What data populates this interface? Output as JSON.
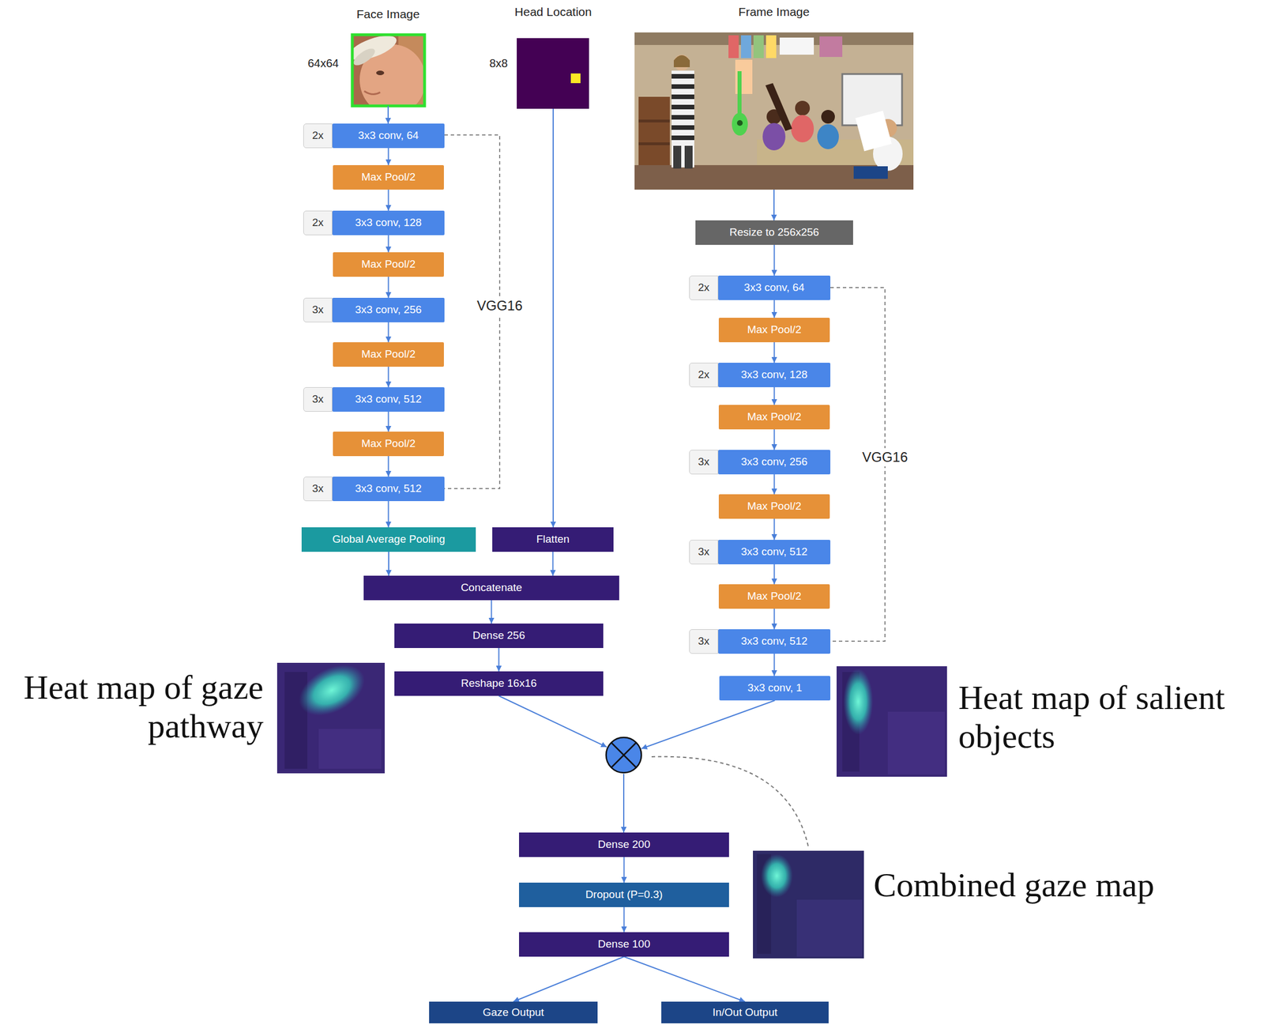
{
  "diagram": {
    "nodes": [
      {
        "text": [
          "Face Image"
        ]
      },
      {
        "text": [
          "Head Location"
        ]
      },
      {
        "text": [
          "Frame Image"
        ]
      },
      {
        "text": [
          "2x"
        ]
      },
      {
        "text": [
          "3x3 conv, 64"
        ]
      },
      {
        "text": [
          "Max Pool/2"
        ]
      },
      {
        "text": [
          "2x"
        ]
      },
      {
        "text": [
          "3x3 conv, 128"
        ]
      },
      {
        "text": [
          "Max Pool/2"
        ]
      },
      {
        "text": [
          "3x"
        ]
      },
      {
        "text": [
          "3x3 conv, 256"
        ]
      },
      {
        "text": [
          "Max Pool/2"
        ]
      },
      {
        "text": [
          "3x"
        ]
      },
      {
        "text": [
          "3x3 conv, 512"
        ]
      },
      {
        "text": [
          "Max Pool/2"
        ]
      },
      {
        "text": [
          "3x"
        ]
      },
      {
        "text": [
          "3x3 conv, 512"
        ]
      },
      {
        "text": [
          "Global Average Pooling"
        ]
      },
      {
        "text": [
          "Flatten"
        ]
      },
      {
        "text": [
          "Concatenate"
        ]
      },
      {
        "text": [
          "Dense 256"
        ]
      },
      {
        "text": [
          "Reshape 16x16"
        ]
      },
      {
        "text": [
          "Resize to 256x256"
        ]
      },
      {
        "text": [
          "2x"
        ]
      },
      {
        "text": [
          "3x3 conv, 64"
        ]
      },
      {
        "text": [
          "Max Pool/2"
        ]
      },
      {
        "text": [
          "2x"
        ]
      },
      {
        "text": [
          "3x3 conv, 128"
        ]
      },
      {
        "text": [
          "Max Pool/2"
        ]
      },
      {
        "text": [
          "3x"
        ]
      },
      {
        "text": [
          "3x3 conv, 256"
        ]
      },
      {
        "text": [
          "Max Pool/2"
        ]
      },
      {
        "text": [
          "3x"
        ]
      },
      {
        "text": [
          "3x3 conv, 512"
        ]
      },
      {
        "text": [
          "Max Pool/2"
        ]
      },
      {
        "text": [
          "3x"
        ]
      },
      {
        "text": [
          "3x3 conv, 512"
        ]
      },
      {
        "text": [
          "3x3 conv, 1"
        ]
      },
      {
        "text": []
      },
      {
        "text": [
          "Dense 200"
        ]
      },
      {
        "text": [
          "Dropout (P=0.3)"
        ]
      },
      {
        "text": [
          "Dense 100"
        ]
      },
      {
        "text": [
          "Gaze Output"
        ]
      },
      {
        "text": [
          "In/Out Output"
        ]
      }
    ],
    "edges": [
      {
        "from": 0,
        "to": 4,
        "arrow": "to"
      },
      {
        "from": 4,
        "to": 5,
        "arrow": "to"
      },
      {
        "from": 5,
        "to": 7,
        "arrow": "to"
      },
      {
        "from": 7,
        "to": 8,
        "arrow": "to"
      },
      {
        "from": 8,
        "to": 10,
        "arrow": "to"
      },
      {
        "from": 10,
        "to": 11,
        "arrow": "to"
      },
      {
        "from": 11,
        "to": 13,
        "arrow": "to"
      },
      {
        "from": 13,
        "to": 14,
        "arrow": "to"
      },
      {
        "from": 14,
        "to": 16,
        "arrow": "to"
      },
      {
        "from": 16,
        "to": 17,
        "arrow": "to"
      },
      {
        "from": 17,
        "to": 19,
        "arrow": "to"
      },
      {
        "from": 1,
        "to": 18,
        "arrow": "to"
      },
      {
        "from": 18,
        "to": 19,
        "arrow": "to"
      },
      {
        "from": 19,
        "to": 20,
        "arrow": "to"
      },
      {
        "from": 20,
        "to": 21,
        "arrow": "to"
      },
      {
        "from": 21,
        "to": 38,
        "arrow": "to"
      },
      {
        "from": 2,
        "to": 22,
        "arrow": "to"
      },
      {
        "from": 22,
        "to": 24,
        "arrow": "to"
      },
      {
        "from": 24,
        "to": 25,
        "arrow": "to"
      },
      {
        "from": 25,
        "to": 27,
        "arrow": "to"
      },
      {
        "from": 27,
        "to": 28,
        "arrow": "to"
      },
      {
        "from": 28,
        "to": 30,
        "arrow": "to"
      },
      {
        "from": 30,
        "to": 31,
        "arrow": "to"
      },
      {
        "from": 31,
        "to": 33,
        "arrow": "to"
      },
      {
        "from": 33,
        "to": 34,
        "arrow": "to"
      },
      {
        "from": 34,
        "to": 36,
        "arrow": "to"
      },
      {
        "from": 36,
        "to": 37,
        "arrow": "to"
      },
      {
        "from": 37,
        "to": 38,
        "arrow": "to"
      },
      {
        "from": 38,
        "to": 39,
        "arrow": "to"
      },
      {
        "from": 39,
        "to": 40,
        "arrow": "to"
      },
      {
        "from": 40,
        "to": 41,
        "arrow": "to"
      },
      {
        "from": 41,
        "to": 42,
        "arrow": "to"
      },
      {
        "from": 41,
        "to": 43,
        "arrow": "to"
      }
    ],
    "labels": [
      "64x64",
      "8x8",
      "VGG16",
      "VGG16",
      "Heat map of gaze pathway",
      "Heat map of salient objects",
      "Combined gaze map"
    ]
  }
}
